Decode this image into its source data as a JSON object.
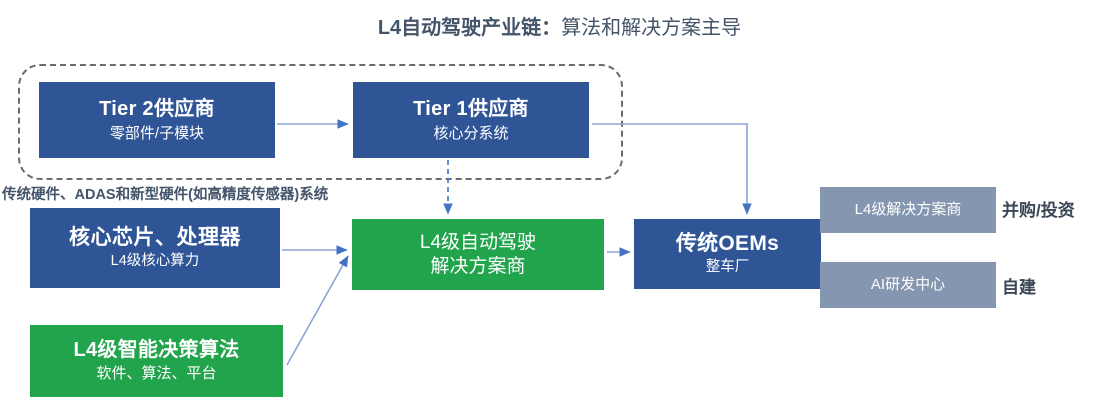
{
  "title": {
    "bold_part": "L4自动驾驶产业链：",
    "normal_part": "算法和解决方案主导"
  },
  "colors": {
    "blue": "#2F5597",
    "green": "#21A44C",
    "gray": "#8496B0",
    "title_text": "#44546A",
    "arrow": "#4472C4",
    "dashed_border": "#6B6B6B"
  },
  "supplier_group": {
    "tier2": {
      "title": "Tier 2供应商",
      "subtitle": "零部件/子模块"
    },
    "tier1": {
      "title": "Tier 1供应商",
      "subtitle": "核心分系统"
    }
  },
  "hardware_caption": "传统硬件、ADAS和新型硬件(如高精度传感器)系统",
  "chain": {
    "chip": {
      "title": "核心芯片、处理器",
      "subtitle": "L4级核心算力"
    },
    "solution": {
      "line1": "L4级自动驾驶",
      "line2": "解决方案商"
    },
    "oems": {
      "title": "传统OEMs",
      "subtitle": "整车厂"
    },
    "algorithm": {
      "title": "L4级智能决策算法",
      "subtitle": "软件、算法、平台"
    }
  },
  "oem_strategies": [
    {
      "box": "L4级解决方案商",
      "label": "并购/投资"
    },
    {
      "box": "AI研发中心",
      "label": "自建"
    }
  ]
}
